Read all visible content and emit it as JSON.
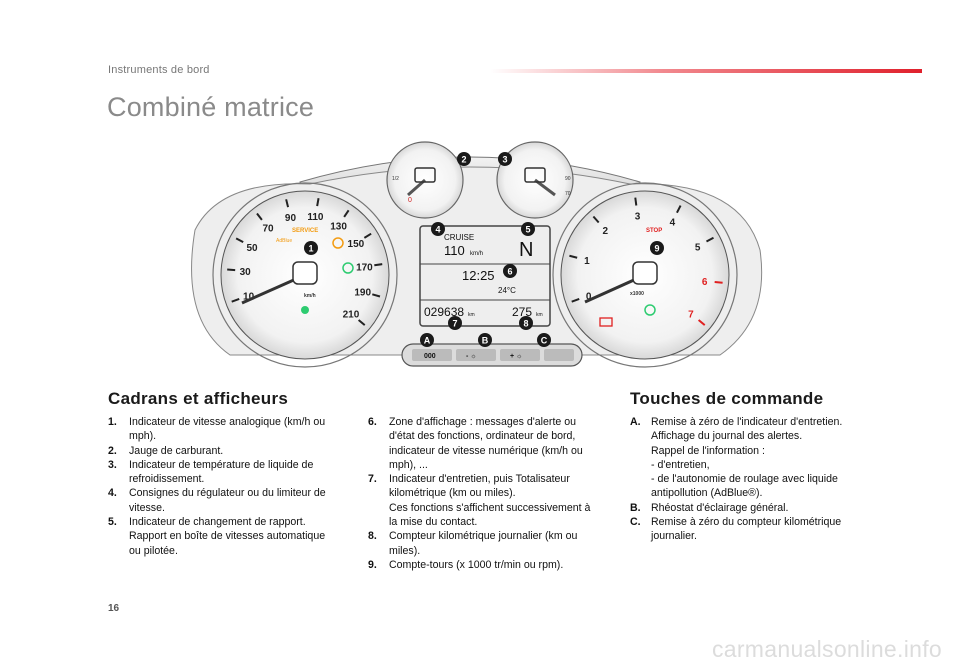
{
  "header": {
    "section": "Instruments de bord",
    "title": "Combiné matrice"
  },
  "cluster": {
    "speedo_ticks": [
      "10",
      "30",
      "50",
      "70",
      "90",
      "110",
      "130",
      "150",
      "170",
      "190",
      "210"
    ],
    "speed_unit": "km/h",
    "service_label": "SERVICE",
    "adblue_label": "AdBlue",
    "tacho_ticks": [
      "0",
      "1",
      "2",
      "3",
      "4",
      "5",
      "6",
      "7"
    ],
    "tacho_unit": "x1000",
    "stop_label": "STOP",
    "fuel_half": "1/2",
    "fuel_zero": "0",
    "temp_90": "90",
    "temp_70": "70",
    "display": {
      "cruise": "CRUISE",
      "speed": "110",
      "speed_unit": "km/h",
      "gear": "N",
      "clock": "12:25",
      "temperature": "24°C",
      "odometer": "029638",
      "odo_unit": "km",
      "trip": "275",
      "trip_unit": "km"
    },
    "buttons": {
      "a_label": "000",
      "b_label": "- ☼",
      "c_label": "+ ☼"
    },
    "callouts": [
      "1",
      "2",
      "3",
      "4",
      "5",
      "6",
      "7",
      "8",
      "9",
      "A",
      "B",
      "C"
    ]
  },
  "sections": {
    "left_heading": "Cadrans et afficheurs",
    "right_heading": "Touches de commande",
    "col1": [
      {
        "num": "1.",
        "lines": [
          "Indicateur de vitesse analogique (km/h ou",
          "mph)."
        ]
      },
      {
        "num": "2.",
        "lines": [
          "Jauge de carburant."
        ]
      },
      {
        "num": "3.",
        "lines": [
          "Indicateur de température de liquide de",
          "refroidissement."
        ]
      },
      {
        "num": "4.",
        "lines": [
          "Consignes du régulateur ou du limiteur de",
          "vitesse."
        ]
      },
      {
        "num": "5.",
        "lines": [
          "Indicateur de changement de rapport.",
          "Rapport en boîte de vitesses automatique",
          "ou pilotée."
        ]
      }
    ],
    "col2": [
      {
        "num": "6.",
        "lines": [
          "Zone d'affichage : messages d'alerte ou",
          "d'état des fonctions, ordinateur de bord,",
          "indicateur de vitesse numérique (km/h ou",
          "mph), ..."
        ]
      },
      {
        "num": "7.",
        "lines": [
          "Indicateur d'entretien, puis Totalisateur",
          "kilométrique (km ou miles).",
          "Ces fonctions s'affichent successivement à",
          "la mise du contact."
        ]
      },
      {
        "num": "8.",
        "lines": [
          "Compteur kilométrique journalier (km ou",
          "miles)."
        ]
      },
      {
        "num": "9.",
        "lines": [
          "Compte-tours (x 1000 tr/min ou rpm)."
        ]
      }
    ],
    "col3": [
      {
        "num": "A.",
        "lines": [
          "Remise à zéro de l'indicateur d'entretien.",
          "Affichage du journal des alertes.",
          "Rappel de l'information :",
          "-  d'entretien,",
          "-  de l'autonomie de roulage avec liquide",
          "   antipollution (AdBlue®)."
        ]
      },
      {
        "num": "B.",
        "lines": [
          "Rhéostat d'éclairage général."
        ]
      },
      {
        "num": "C.",
        "lines": [
          "Remise à zéro du compteur kilométrique",
          "journalier."
        ]
      }
    ]
  },
  "footer": {
    "page_number": "16",
    "watermark": "carmanualsonline.info"
  }
}
